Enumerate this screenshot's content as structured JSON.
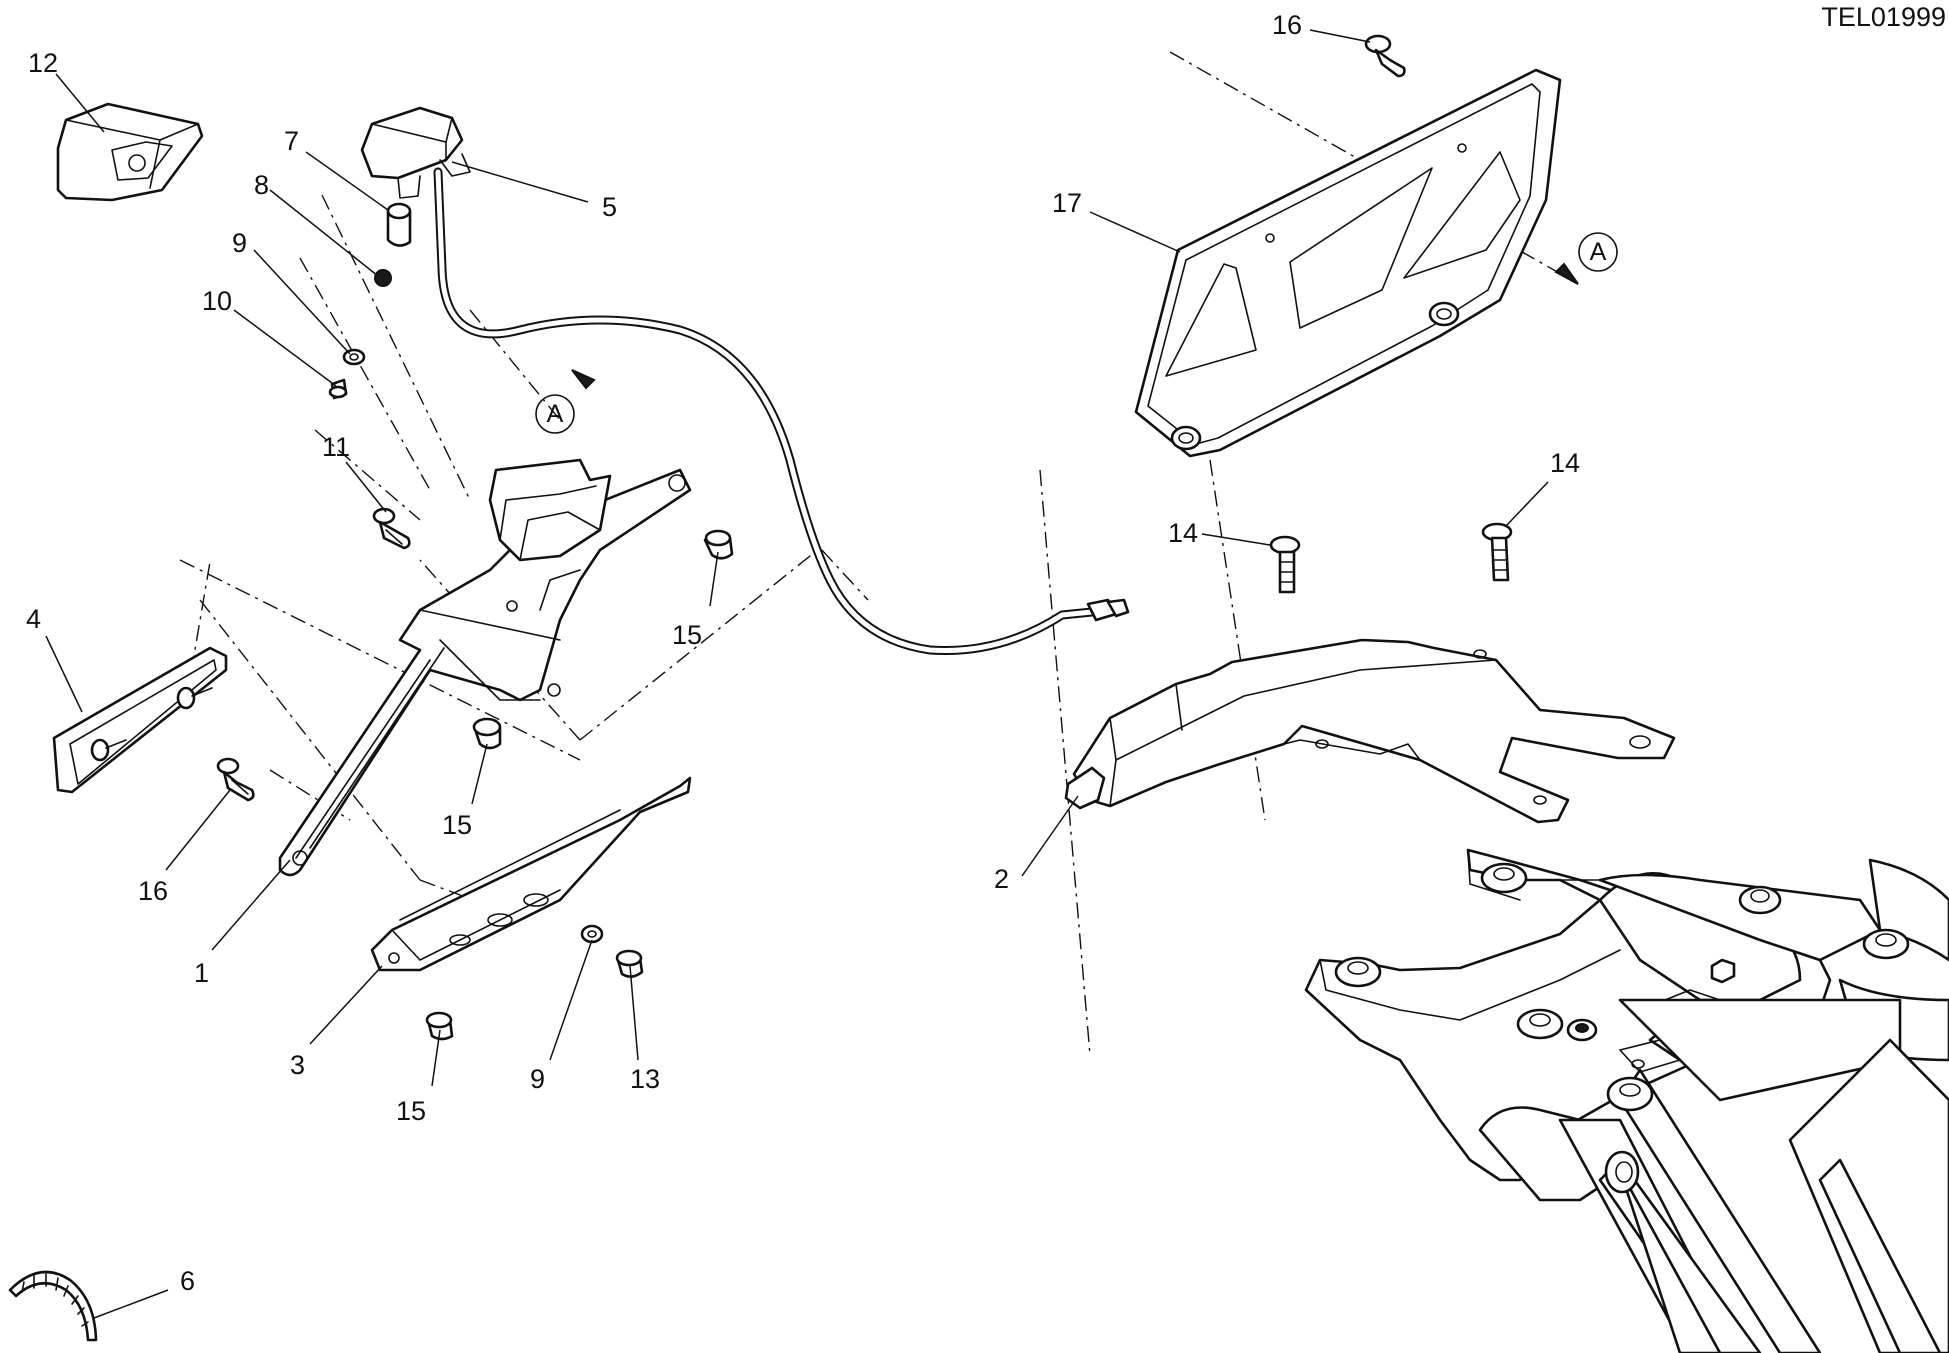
{
  "drawing_id": "TEL01999",
  "reference_mark": "A",
  "callouts": [
    "1",
    "2",
    "3",
    "4",
    "5",
    "6",
    "7",
    "8",
    "9",
    "10",
    "11",
    "12",
    "13",
    "14",
    "15",
    "16",
    "17"
  ],
  "colors": {
    "line": "#111111",
    "background": "#ffffff"
  }
}
